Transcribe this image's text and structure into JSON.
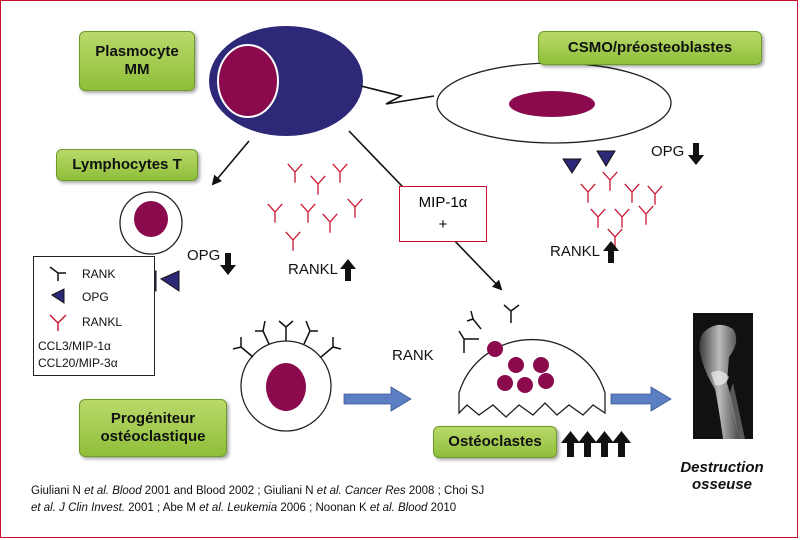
{
  "boxes": {
    "plasmocyte_line1": "Plasmocyte",
    "plasmocyte_line2": "MM",
    "csmo": "CSMO/préosteoblastes",
    "lymphocytes": "Lymphocytes T",
    "progeniteur_line1": "Progéniteur",
    "progeniteur_line2": "ostéoclastique",
    "osteoclastes": "Ostéoclastes"
  },
  "labels": {
    "opg_left": "OPG",
    "opg_right": "OPG",
    "rankl_center": "RANKL",
    "rankl_right": "RANKL",
    "rank_osteoclast": "RANK"
  },
  "mip_box": {
    "line1": "MIP-1α",
    "line2": "+"
  },
  "legend": {
    "rank": "RANK",
    "opg": "OPG",
    "rankl": "RANKL",
    "ccl_line1": "CCL3/MIP-1α",
    "ccl_line2": "CCL20/MIP-3α"
  },
  "citation": {
    "p1": "Giuliani N ",
    "p1i": "et al. Blood",
    "p2": " 2001 and Blood 2002 ; Giuliani N ",
    "p2i": "et al. Cancer Res",
    "p3": " 2008 ; Choi SJ",
    "p4i": "et al. J Clin Invest.",
    "p5": " 2001 ;  Abe M ",
    "p5i": "et al. Leukemia",
    "p6": " 2006 ;  Noonan K ",
    "p6i": "et al. Blood",
    "p7": " 2010"
  },
  "destruction": {
    "line1": "Destruction",
    "line2": "osseuse"
  },
  "colors": {
    "cell_blue": "#2e2878",
    "nucleus": "#8b0a4e",
    "box_green": "#a6cc4e",
    "rankl_red": "#c8102e",
    "arrow_blue": "#5b7fc2"
  }
}
